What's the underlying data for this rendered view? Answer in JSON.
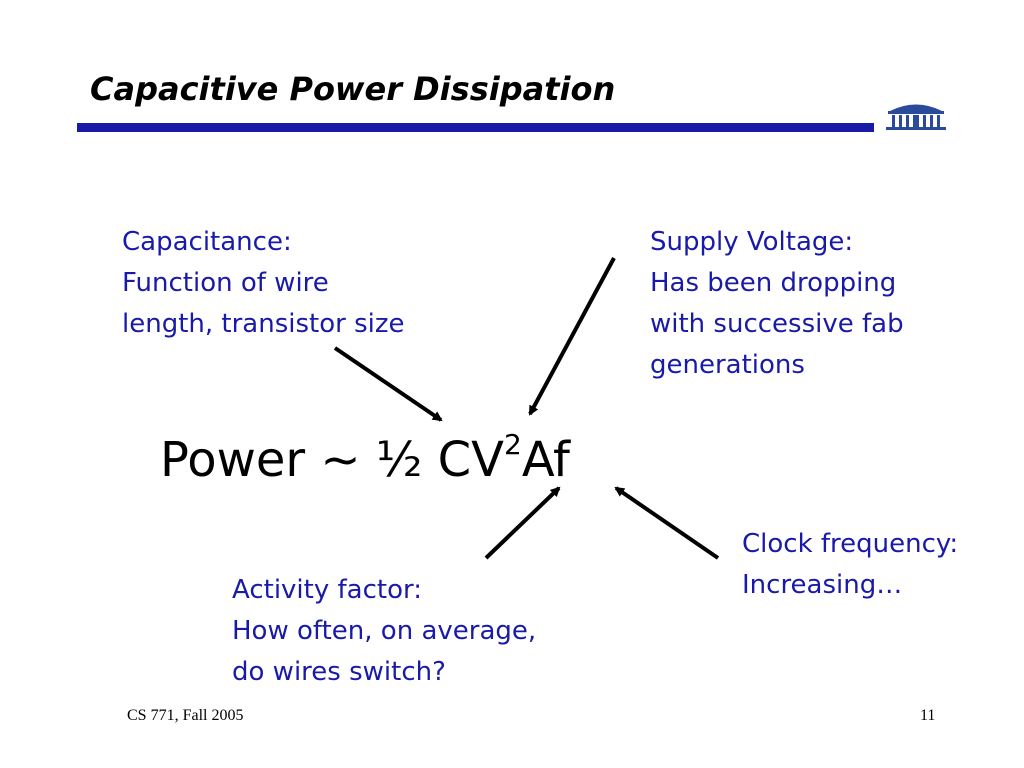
{
  "title": "Capacitive Power Dissipation",
  "colors": {
    "accent": "#1a1aa8",
    "text": "#000000",
    "logo": "#2a4a9a"
  },
  "logo_icon": "rotunda-icon",
  "formula": {
    "main": "Power ~ ½ CV",
    "exponent": "2",
    "tail": "Af"
  },
  "annotations": {
    "capacitance": {
      "lines": [
        "Capacitance:",
        "Function of wire",
        "length, transistor size"
      ]
    },
    "supply_voltage": {
      "lines": [
        "Supply Voltage:",
        "Has been dropping",
        "with successive fab",
        "generations"
      ]
    },
    "clock_frequency": {
      "lines": [
        "Clock frequency:",
        "Increasing…"
      ]
    },
    "activity_factor": {
      "lines": [
        "Activity factor:",
        "How often, on average,",
        "do wires switch?"
      ]
    }
  },
  "footer": {
    "course": "CS 771, Fall 2005",
    "page": "11"
  }
}
